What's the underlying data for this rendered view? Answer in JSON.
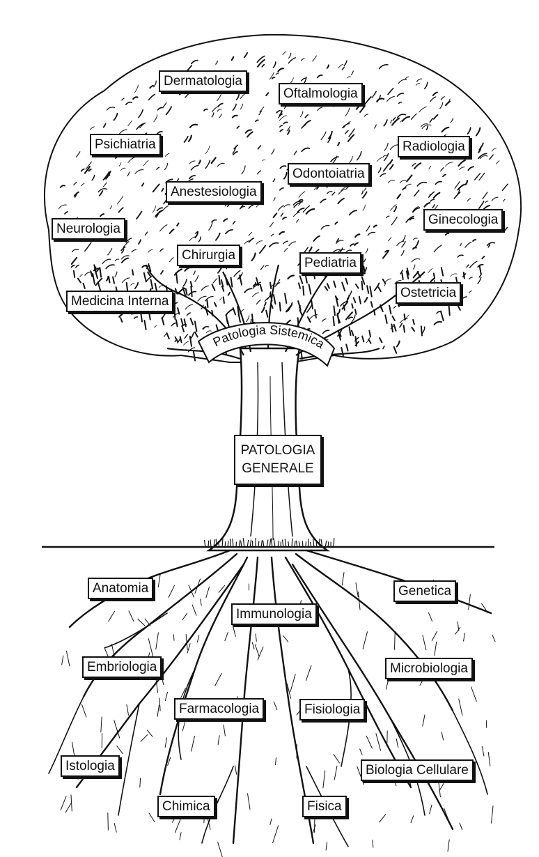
{
  "canopy_labels": [
    {
      "id": "dermatologia",
      "text": "Dermatologia"
    },
    {
      "id": "oftalmologia",
      "text": "Oftalmologia"
    },
    {
      "id": "psichiatria",
      "text": "Psichiatria"
    },
    {
      "id": "radiologia",
      "text": "Radiologia"
    },
    {
      "id": "odontoiatria",
      "text": "Odontoiatria"
    },
    {
      "id": "anestesiologia",
      "text": "Anestesiologia"
    },
    {
      "id": "neurologia",
      "text": "Neurologia"
    },
    {
      "id": "ginecologia",
      "text": "Ginecologia"
    },
    {
      "id": "chirurgia",
      "text": "Chirurgia"
    },
    {
      "id": "pediatria",
      "text": "Pediatria"
    },
    {
      "id": "ostetricia",
      "text": "Ostetricia"
    },
    {
      "id": "medicina-interna",
      "text": "Medicina Interna"
    }
  ],
  "banner": {
    "text": "Patologia Sistemica"
  },
  "trunk": {
    "line1": "PATOLOGIA",
    "line2": "GENERALE"
  },
  "root_labels": [
    {
      "id": "anatomia",
      "text": "Anatomia"
    },
    {
      "id": "genetica",
      "text": "Genetica"
    },
    {
      "id": "immunologia",
      "text": "Immunologia"
    },
    {
      "id": "embriologia",
      "text": "Embriologia"
    },
    {
      "id": "microbiologia",
      "text": "Microbiologia"
    },
    {
      "id": "farmacologia",
      "text": "Farmacologia"
    },
    {
      "id": "fisiologia",
      "text": "Fisiologia"
    },
    {
      "id": "istologia",
      "text": "Istologia"
    },
    {
      "id": "biologia-cellulare",
      "text": "Biologia Cellulare"
    },
    {
      "id": "chimica",
      "text": "Chimica"
    },
    {
      "id": "fisica",
      "text": "Fisica"
    }
  ]
}
